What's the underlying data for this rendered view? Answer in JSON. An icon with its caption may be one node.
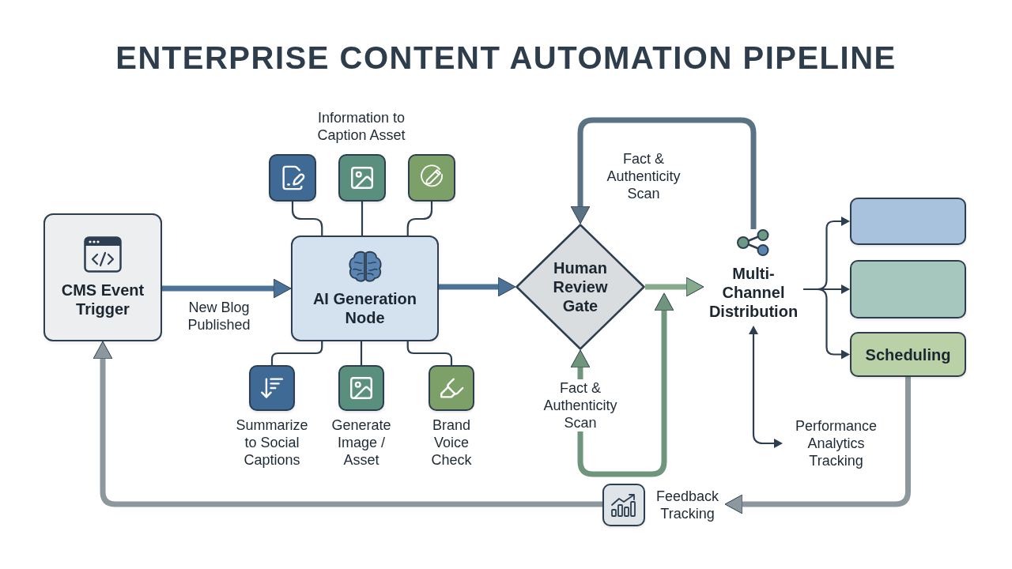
{
  "diagram": {
    "title": "ENTERPRISE CONTENT AUTOMATION PIPELINE",
    "nodes": [
      {
        "text": [
          "CMS Event Trigger"
        ]
      },
      {
        "text": [
          "AI Generation Node"
        ]
      },
      {
        "text": [],
        "shape": "box"
      },
      {
        "text": [],
        "shape": "box"
      },
      {
        "text": [],
        "shape": "box"
      },
      {
        "text": [
          "Summarize to Social Captions"
        ]
      },
      {
        "text": [
          "Generate Image / Asset"
        ]
      },
      {
        "text": [
          "Brand Voice Check"
        ]
      },
      {
        "text": [
          "Human Review Gate"
        ]
      },
      {
        "text": [
          "Multi-Channel Distribution"
        ]
      },
      {
        "text": [],
        "shape": "box"
      },
      {
        "text": [],
        "shape": "box"
      },
      {
        "text": [
          "Scheduling"
        ]
      },
      {
        "text": [
          "Performance Analytics Tracking"
        ]
      },
      {
        "text": [
          "Fact & Authenticity Scan"
        ]
      },
      {
        "text": [
          "Feedback Tracking"
        ]
      }
    ],
    "edges": [
      {
        "from": 0,
        "to": 1,
        "arrow": "to",
        "label": "New Blog Published",
        "style": "thick",
        "color": "#4d7298"
      },
      {
        "from": 1,
        "to": 8,
        "arrow": "to",
        "style": "thick",
        "color": "#4d7298"
      },
      {
        "from": 8,
        "to": 9,
        "arrow": "to",
        "style": "thick",
        "color": "#86ab8c"
      },
      {
        "from": 1,
        "to": 2,
        "arrow": "none"
      },
      {
        "from": 1,
        "to": 3,
        "arrow": "none"
      },
      {
        "from": 1,
        "to": 4,
        "arrow": "none"
      },
      {
        "from": 1,
        "to": 5,
        "arrow": "none"
      },
      {
        "from": 1,
        "to": 6,
        "arrow": "none"
      },
      {
        "from": 1,
        "to": 7,
        "arrow": "none"
      },
      {
        "from": 9,
        "to": 8,
        "arrow": "to",
        "label": "Fact & Authenticity Scan",
        "style": "thick",
        "color": "#5a7384"
      },
      {
        "from": 9,
        "to": 10,
        "arrow": "to"
      },
      {
        "from": 9,
        "to": 11,
        "arrow": "to"
      },
      {
        "from": 9,
        "to": 12,
        "arrow": "to"
      },
      {
        "from": 9,
        "to": 13,
        "arrow": "both"
      },
      {
        "from": 14,
        "to": 8,
        "arrow": "to",
        "style": "thick",
        "color": "#6f957d"
      },
      {
        "from": 14,
        "to": 8,
        "arrow": "to",
        "style": "thick",
        "color": "#6f957d"
      },
      {
        "from": 12,
        "to": 15,
        "arrow": "to",
        "style": "thick",
        "color": "#8c979e"
      },
      {
        "from": 15,
        "to": 0,
        "arrow": "to",
        "style": "thick",
        "color": "#8c979e"
      }
    ],
    "labels": [
      "Information to Caption Asset"
    ]
  }
}
